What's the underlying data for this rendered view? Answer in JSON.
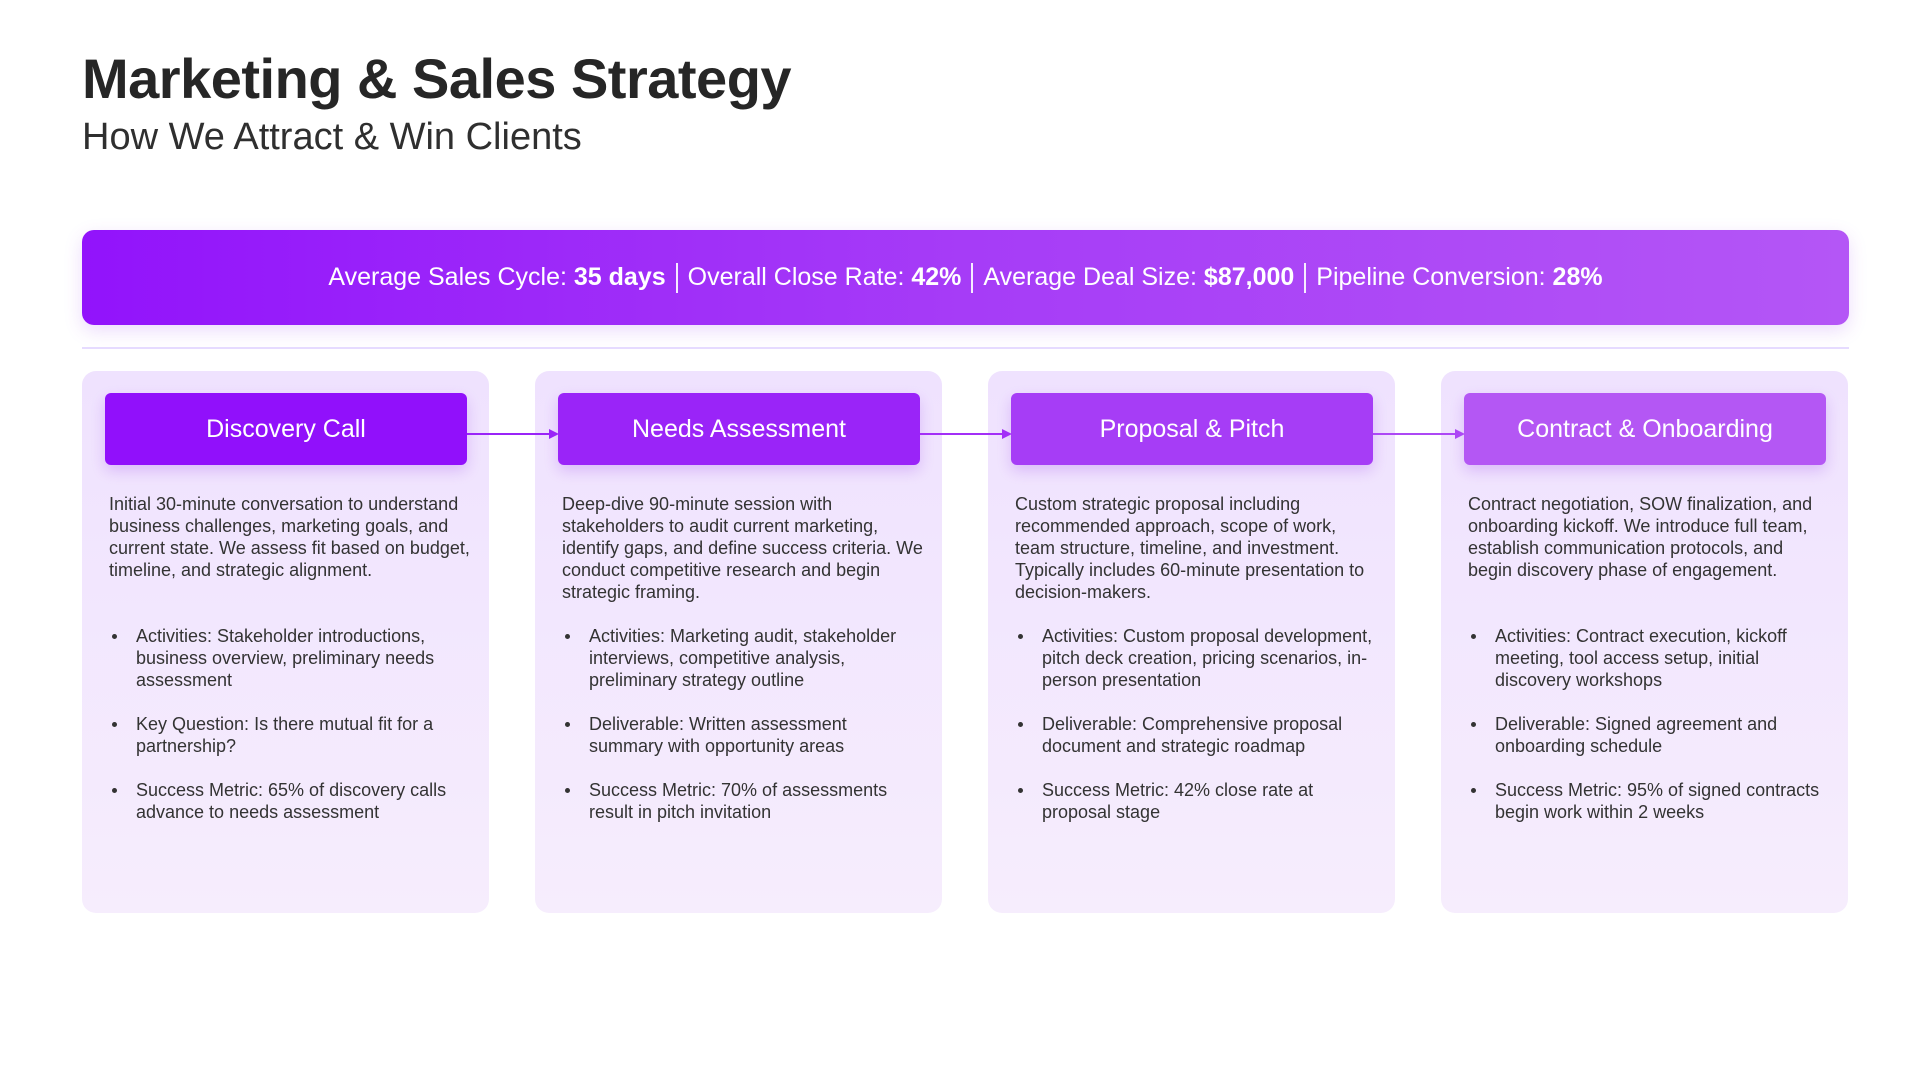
{
  "title": "Marketing & Sales Strategy",
  "subtitle": "How We Attract & Win Clients",
  "banner": {
    "metrics": [
      {
        "label": "Average Sales Cycle:",
        "value": "35 days"
      },
      {
        "label": "Overall Close Rate:",
        "value": "42%"
      },
      {
        "label": "Average Deal Size:",
        "value": "$87,000"
      },
      {
        "label": "Pipeline Conversion:",
        "value": "28%"
      }
    ]
  },
  "stages": [
    {
      "title": "Discovery Call",
      "description": "Initial 30-minute conversation to understand business challenges, marketing goals, and current state. We assess fit based on budget, timeline, and strategic alignment.",
      "bullets": [
        "Activities: Stakeholder introductions, business overview, preliminary needs assessment",
        "Key Question: Is there mutual fit for a partnership?",
        "Success Metric: 65% of discovery calls advance to needs assessment"
      ]
    },
    {
      "title": "Needs Assessment",
      "description": "Deep-dive 90-minute session with stakeholders to audit current marketing, identify gaps, and define success criteria. We conduct competitive research and begin strategic framing.",
      "bullets": [
        "Activities: Marketing audit, stakeholder interviews, competitive analysis, preliminary strategy outline",
        "Deliverable: Written assessment summary with opportunity areas",
        "Success Metric: 70% of assessments result in pitch invitation"
      ]
    },
    {
      "title": "Proposal & Pitch",
      "description": "Custom strategic proposal including recommended approach, scope of work, team structure, timeline, and investment. Typically includes 60-minute presentation to decision-makers.",
      "bullets": [
        "Activities: Custom proposal development, pitch deck creation, pricing scenarios, in-person presentation",
        "Deliverable: Comprehensive proposal document and strategic roadmap",
        "Success Metric: 42% close rate at proposal stage"
      ]
    },
    {
      "title": "Contract & Onboarding",
      "description": "Contract negotiation, SOW finalization, and onboarding kickoff. We introduce full team, establish communication protocols, and begin discovery phase of engagement.",
      "bullets": [
        "Activities: Contract execution, kickoff meeting, tool access setup, initial discovery workshops",
        "Deliverable: Signed agreement and onboarding schedule",
        "Success Metric: 95% of signed contracts begin work within 2 weeks"
      ]
    }
  ],
  "colors": {
    "stage_headers": [
      "#9110fb",
      "#9a24f8",
      "#a63df6",
      "#b457f4"
    ],
    "arrow": "#9a24f8"
  }
}
